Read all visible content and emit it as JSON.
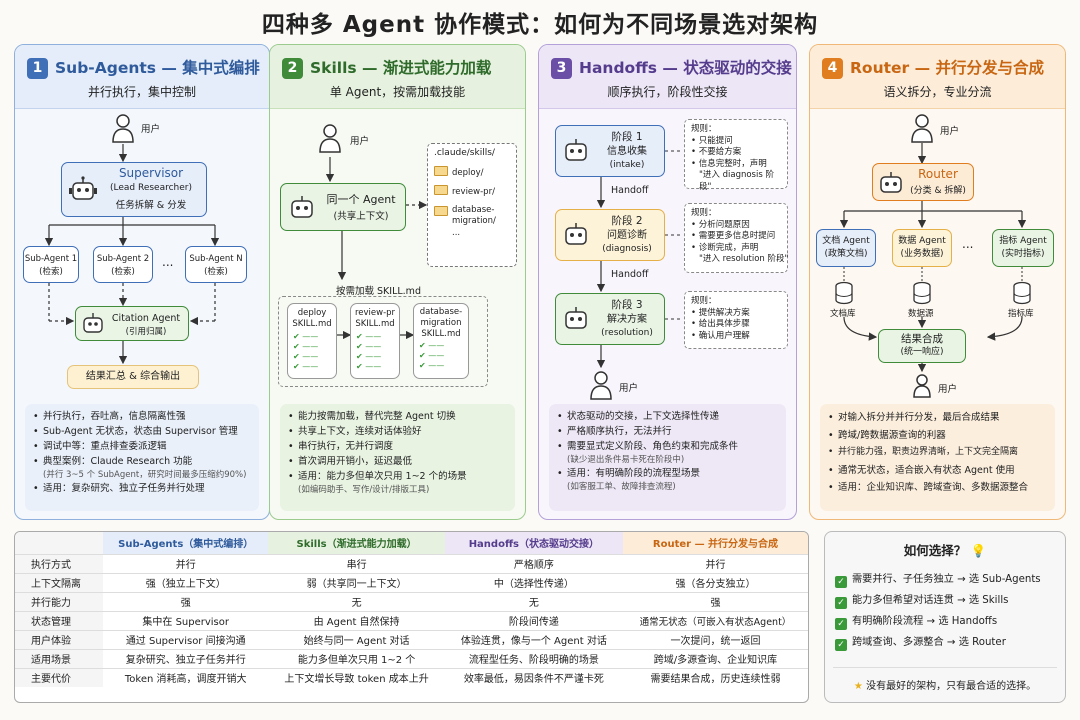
{
  "title": "四种多 Agent 协作模式：如何为不同场景选对架构",
  "colors": {
    "blue": "#3f6fb6",
    "green": "#3f8b3a",
    "purple": "#6b4fa7",
    "orange": "#e07d1e"
  },
  "panels": [
    {
      "num": "1",
      "title": "Sub-Agents — 集中式编排",
      "subtitle": "并行执行，集中控制",
      "user": "用户",
      "supervisor": {
        "name": "Supervisor",
        "role": "(Lead Researcher)",
        "task": "任务拆解 & 分发"
      },
      "subagents": [
        {
          "name": "Sub-Agent 1",
          "role": "(检索)"
        },
        {
          "name": "Sub-Agent 2",
          "role": "(检索)"
        },
        {
          "name": "Sub-Agent N",
          "role": "(检索)"
        }
      ],
      "ellipsis": "...",
      "citation": {
        "name": "Citation Agent",
        "role": "(引用归属)"
      },
      "output": "结果汇总 & 综合输出",
      "bullets": [
        "并行执行，吞吐高，信息隔离性强",
        "Sub-Agent 无状态，状态由 Supervisor 管理",
        "调试中等：重点排查委派逻辑",
        "典型案例：Claude Research 功能",
        "适用：复杂研究、独立子任务并行处理"
      ],
      "bullet_sub": "(并行 3~5 个 SubAgent，研究时间最多压缩约90%)"
    },
    {
      "num": "2",
      "title": "Skills — 渐进式能力加载",
      "subtitle": "单 Agent，按需加载技能",
      "user": "用户",
      "agent": {
        "name": "同一个 Agent",
        "role": "(共享上下文)"
      },
      "folder_root": ".claude/skills/",
      "folders": [
        "deploy/",
        "review-pr/",
        "database-\nmigration/"
      ],
      "folder_more": "...",
      "load_label": "按需加载 SKILL.md",
      "files": [
        "deploy\nSKILL.md",
        "review-pr\nSKILL.md",
        "database-\nmigration\nSKILL.md"
      ],
      "bullets": [
        "能力按需加载，替代完整 Agent 切换",
        "共享上下文，连续对话体验好",
        "串行执行，无并行调度",
        "首次调用开销小，延迟最低",
        "适用：能力多但单次只用 1~2 个的场景"
      ],
      "bullet_sub": "(如编码助手、写作/设计/排版工具)"
    },
    {
      "num": "3",
      "title": "Handoffs — 状态驱动的交接",
      "subtitle": "顺序执行，阶段性交接",
      "stages": [
        {
          "name": "阶段 1",
          "task": "信息收集",
          "id": "(intake)",
          "rules_title": "规则：",
          "rules": [
            "只能提问",
            "不要给方案",
            "信息完整时，声明"
          ],
          "rules_note": "\"进入 diagnosis 阶段\""
        },
        {
          "name": "阶段 2",
          "task": "问题诊断",
          "id": "(diagnosis)",
          "rules_title": "规则：",
          "rules": [
            "分析问题原因",
            "需要更多信息时提问",
            "诊断完成，声明"
          ],
          "rules_note": "\"进入 resolution 阶段\""
        },
        {
          "name": "阶段 3",
          "task": "解决方案",
          "id": "(resolution)",
          "rules_title": "规则：",
          "rules": [
            "提供解决方案",
            "给出具体步骤",
            "确认用户理解"
          ],
          "rules_note": ""
        }
      ],
      "handoff_label": "Handoff",
      "user": "用户",
      "bullets": [
        "状态驱动的交接，上下文选择性传递",
        "严格顺序执行，无法并行",
        "需要显式定义阶段、角色约束和完成条件",
        "适用：有明确阶段的流程型场景"
      ],
      "bullet_sub1": "(缺少退出条件易卡死在阶段中)",
      "bullet_sub2": "(如客服工单、故障排查流程)"
    },
    {
      "num": "4",
      "title": "Router — 并行分发与合成",
      "subtitle": "语义拆分，专业分流",
      "user": "用户",
      "router": {
        "name": "Router",
        "role": "(分类 & 拆解)"
      },
      "agents": [
        {
          "name": "文档 Agent",
          "role": "(政策文档)",
          "db": "文档库"
        },
        {
          "name": "数据 Agent",
          "role": "(业务数据)",
          "db": "数据源"
        },
        {
          "name": "指标 Agent",
          "role": "(实时指标)",
          "db": "指标库"
        }
      ],
      "ellipsis": "...",
      "synth": {
        "name": "结果合成",
        "role": "(统一响应)"
      },
      "user_bottom": "用户",
      "bullets": [
        "对输入拆分并并行分发，最后合成结果",
        "跨域/跨数据源查询的利器",
        "并行能力强，职责边界清晰，上下文完全隔离",
        "通常无状态，适合嵌入有状态 Agent 使用",
        "适用：企业知识库、跨域查询、多数据源整合"
      ]
    }
  ],
  "table": {
    "headers": [
      "",
      "Sub-Agents（集中式编排）",
      "Skills（渐进式能力加载）",
      "Handoffs（状态驱动交接）",
      "Router — 并行分发与合成"
    ],
    "rows": [
      [
        "执行方式",
        "并行",
        "串行",
        "严格顺序",
        "并行"
      ],
      [
        "上下文隔离",
        "强（独立上下文）",
        "弱（共享同一上下文）",
        "中（选择性传递）",
        "强（各分支独立）"
      ],
      [
        "并行能力",
        "强",
        "无",
        "无",
        "强"
      ],
      [
        "状态管理",
        "集中在 Supervisor",
        "由 Agent 自然保持",
        "阶段间传递",
        "通常无状态（可嵌入有状态Agent）"
      ],
      [
        "用户体验",
        "通过 Supervisor 间接沟通",
        "始终与同一 Agent 对话",
        "体验连贯，像与一个 Agent 对话",
        "一次提问，统一返回"
      ],
      [
        "适用场景",
        "复杂研究、独立子任务并行",
        "能力多但单次只用 1~2 个",
        "流程型任务、阶段明确的场景",
        "跨域/多源查询、企业知识库"
      ],
      [
        "主要代价",
        "Token 消耗高，调度开销大",
        "上下文增长导致 token 成本上升",
        "效率最低，易因条件不严谨卡死",
        "需要结果合成，历史连续性弱"
      ]
    ]
  },
  "choose": {
    "title": "如何选择？",
    "items": [
      "需要并行、子任务独立 → 选 Sub-Agents",
      "能力多但希望对话连贯 → 选 Skills",
      "有明确阶段流程 → 选 Handoffs",
      "跨域查询、多源整合 → 选 Router"
    ],
    "footer": "没有最好的架构，只有最合适的选择。"
  }
}
